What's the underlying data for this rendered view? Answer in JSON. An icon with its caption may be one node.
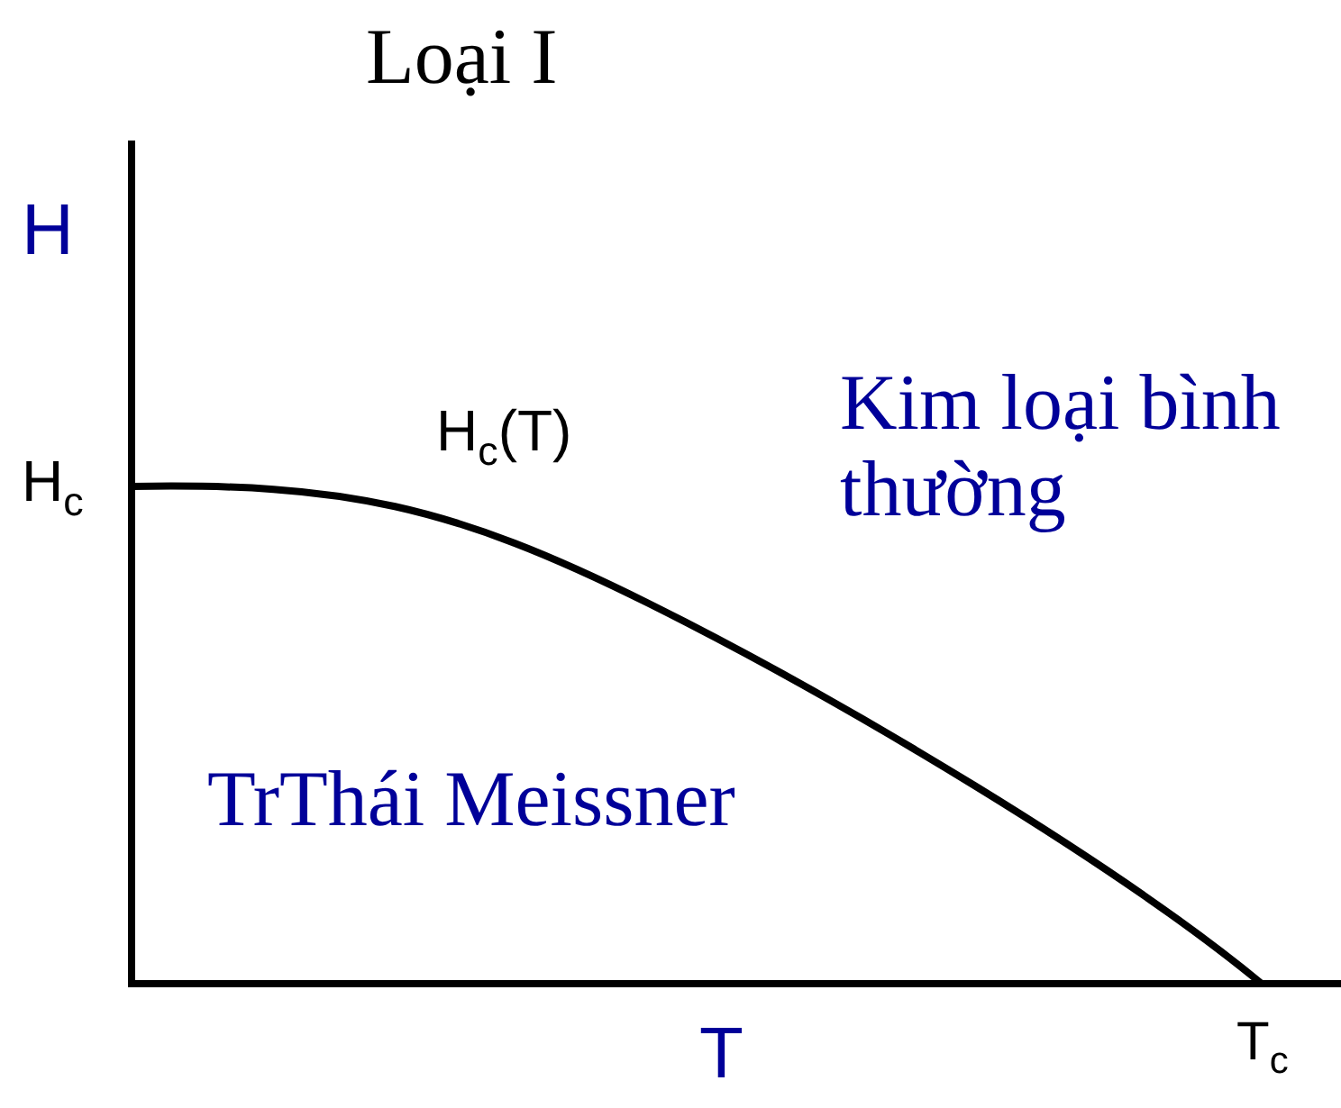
{
  "diagram": {
    "title": "Loại I",
    "labels": [
      "H",
      "H$_{c}$(T)",
      "Kim loại bình thường",
      "H$_{c}$",
      "TrThái Meissner",
      "T",
      "T$_{c}$"
    ]
  }
}
